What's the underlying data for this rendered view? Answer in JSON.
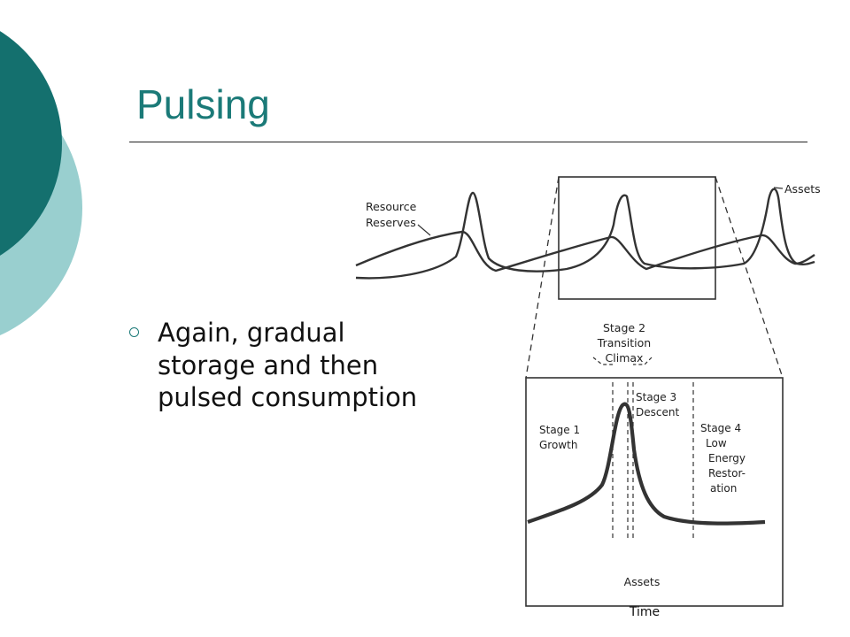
{
  "theme": {
    "title_color": "#1b7a78",
    "circle_dark": "#14706e",
    "circle_light": "#99cfcf",
    "bullet_color": "#1b7a78",
    "line_color": "#333333"
  },
  "slide": {
    "title": "Pulsing",
    "bullets": [
      "Again, gradual storage and then pulsed consumption"
    ]
  },
  "diagram": {
    "top_labels": {
      "resource_line1": "Resource",
      "resource_line2": "Reserves",
      "assets": "Assets"
    },
    "stages": {
      "stage2_line1": "Stage  2",
      "stage2_line2": "Transition",
      "stage2_line3": "Climax",
      "stage1_line1": "Stage  1",
      "stage1_line2": "Growth",
      "stage3_line1": "Stage  3",
      "stage3_line2": "Descent",
      "stage4_line1": "Stage  4",
      "stage4_line2": "Low",
      "stage4_line3": "Energy",
      "stage4_line4": "Restor-",
      "stage4_line5": "ation"
    },
    "axis_labels": {
      "inner": "Assets",
      "time": "Time"
    }
  }
}
